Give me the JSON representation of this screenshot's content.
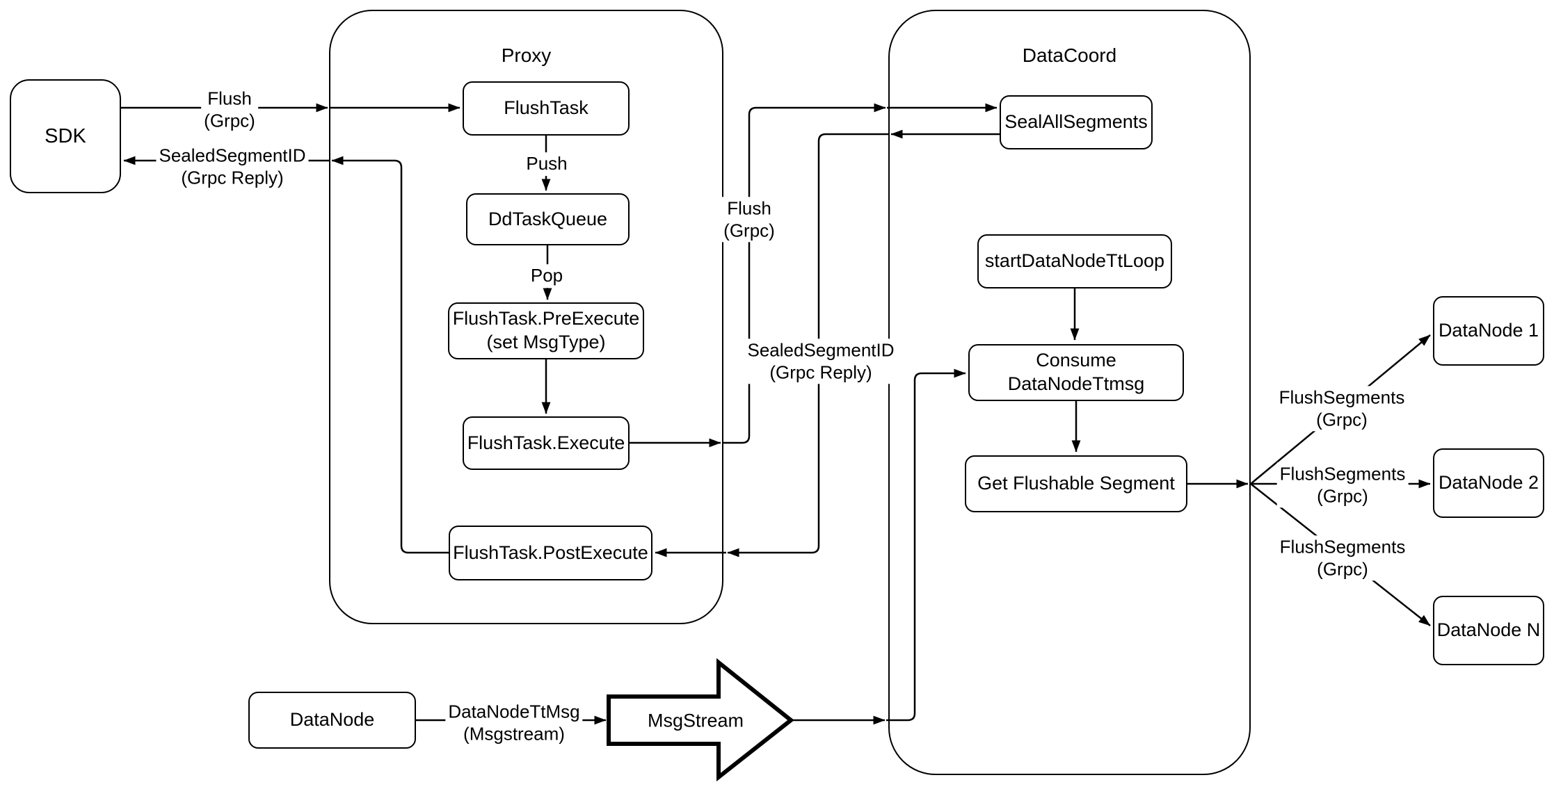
{
  "diagram": {
    "colors": {
      "stroke": "#000000",
      "background": "#ffffff"
    },
    "containers": {
      "proxy": {
        "label": "Proxy"
      },
      "datacoord": {
        "label": "DataCoord"
      }
    },
    "nodes": {
      "sdk": {
        "label": "SDK"
      },
      "flush_task": {
        "label": "FlushTask"
      },
      "dd_task_queue": {
        "label": "DdTaskQueue"
      },
      "pre_execute": {
        "line1": "FlushTask.PreExecute",
        "line2": "(set MsgType)"
      },
      "execute": {
        "label": "FlushTask.Execute"
      },
      "post_execute": {
        "label": "FlushTask.PostExecute"
      },
      "seal_all_segments": {
        "label": "SealAllSegments"
      },
      "start_datanode_tt_loop": {
        "label": "startDataNodeTtLoop"
      },
      "consume_datanode_ttmsg": {
        "label": "Consume DataNodeTtmsg"
      },
      "get_flushable_segment": {
        "label": "Get Flushable Segment"
      },
      "datanode_1": {
        "label": "DataNode 1"
      },
      "datanode_2": {
        "label": "DataNode 2"
      },
      "datanode_n": {
        "label": "DataNode N"
      },
      "datanode": {
        "label": "DataNode"
      },
      "msgstream": {
        "label": "MsgStream"
      }
    },
    "edge_labels": {
      "flush_sdk_to_proxy": {
        "line1": "Flush",
        "line2": "(Grpc)"
      },
      "sealed_segment_id_to_sdk": {
        "line1": "SealedSegmentID",
        "line2": "(Grpc Reply)"
      },
      "push": {
        "line1": "Push"
      },
      "pop": {
        "line1": "Pop"
      },
      "flush_proxy_to_datacoord": {
        "line1": "Flush",
        "line2": "(Grpc)"
      },
      "sealed_segment_id_to_postexecute": {
        "line1": "SealedSegmentID",
        "line2": "(Grpc Reply)"
      },
      "flush_segments_1": {
        "line1": "FlushSegments",
        "line2": "(Grpc)"
      },
      "flush_segments_2": {
        "line1": "FlushSegments",
        "line2": "(Grpc)"
      },
      "flush_segments_3": {
        "line1": "FlushSegments",
        "line2": "(Grpc)"
      },
      "datanode_tt_msg": {
        "line1": "DataNodeTtMsg",
        "line2": "(Msgstream)"
      }
    }
  }
}
